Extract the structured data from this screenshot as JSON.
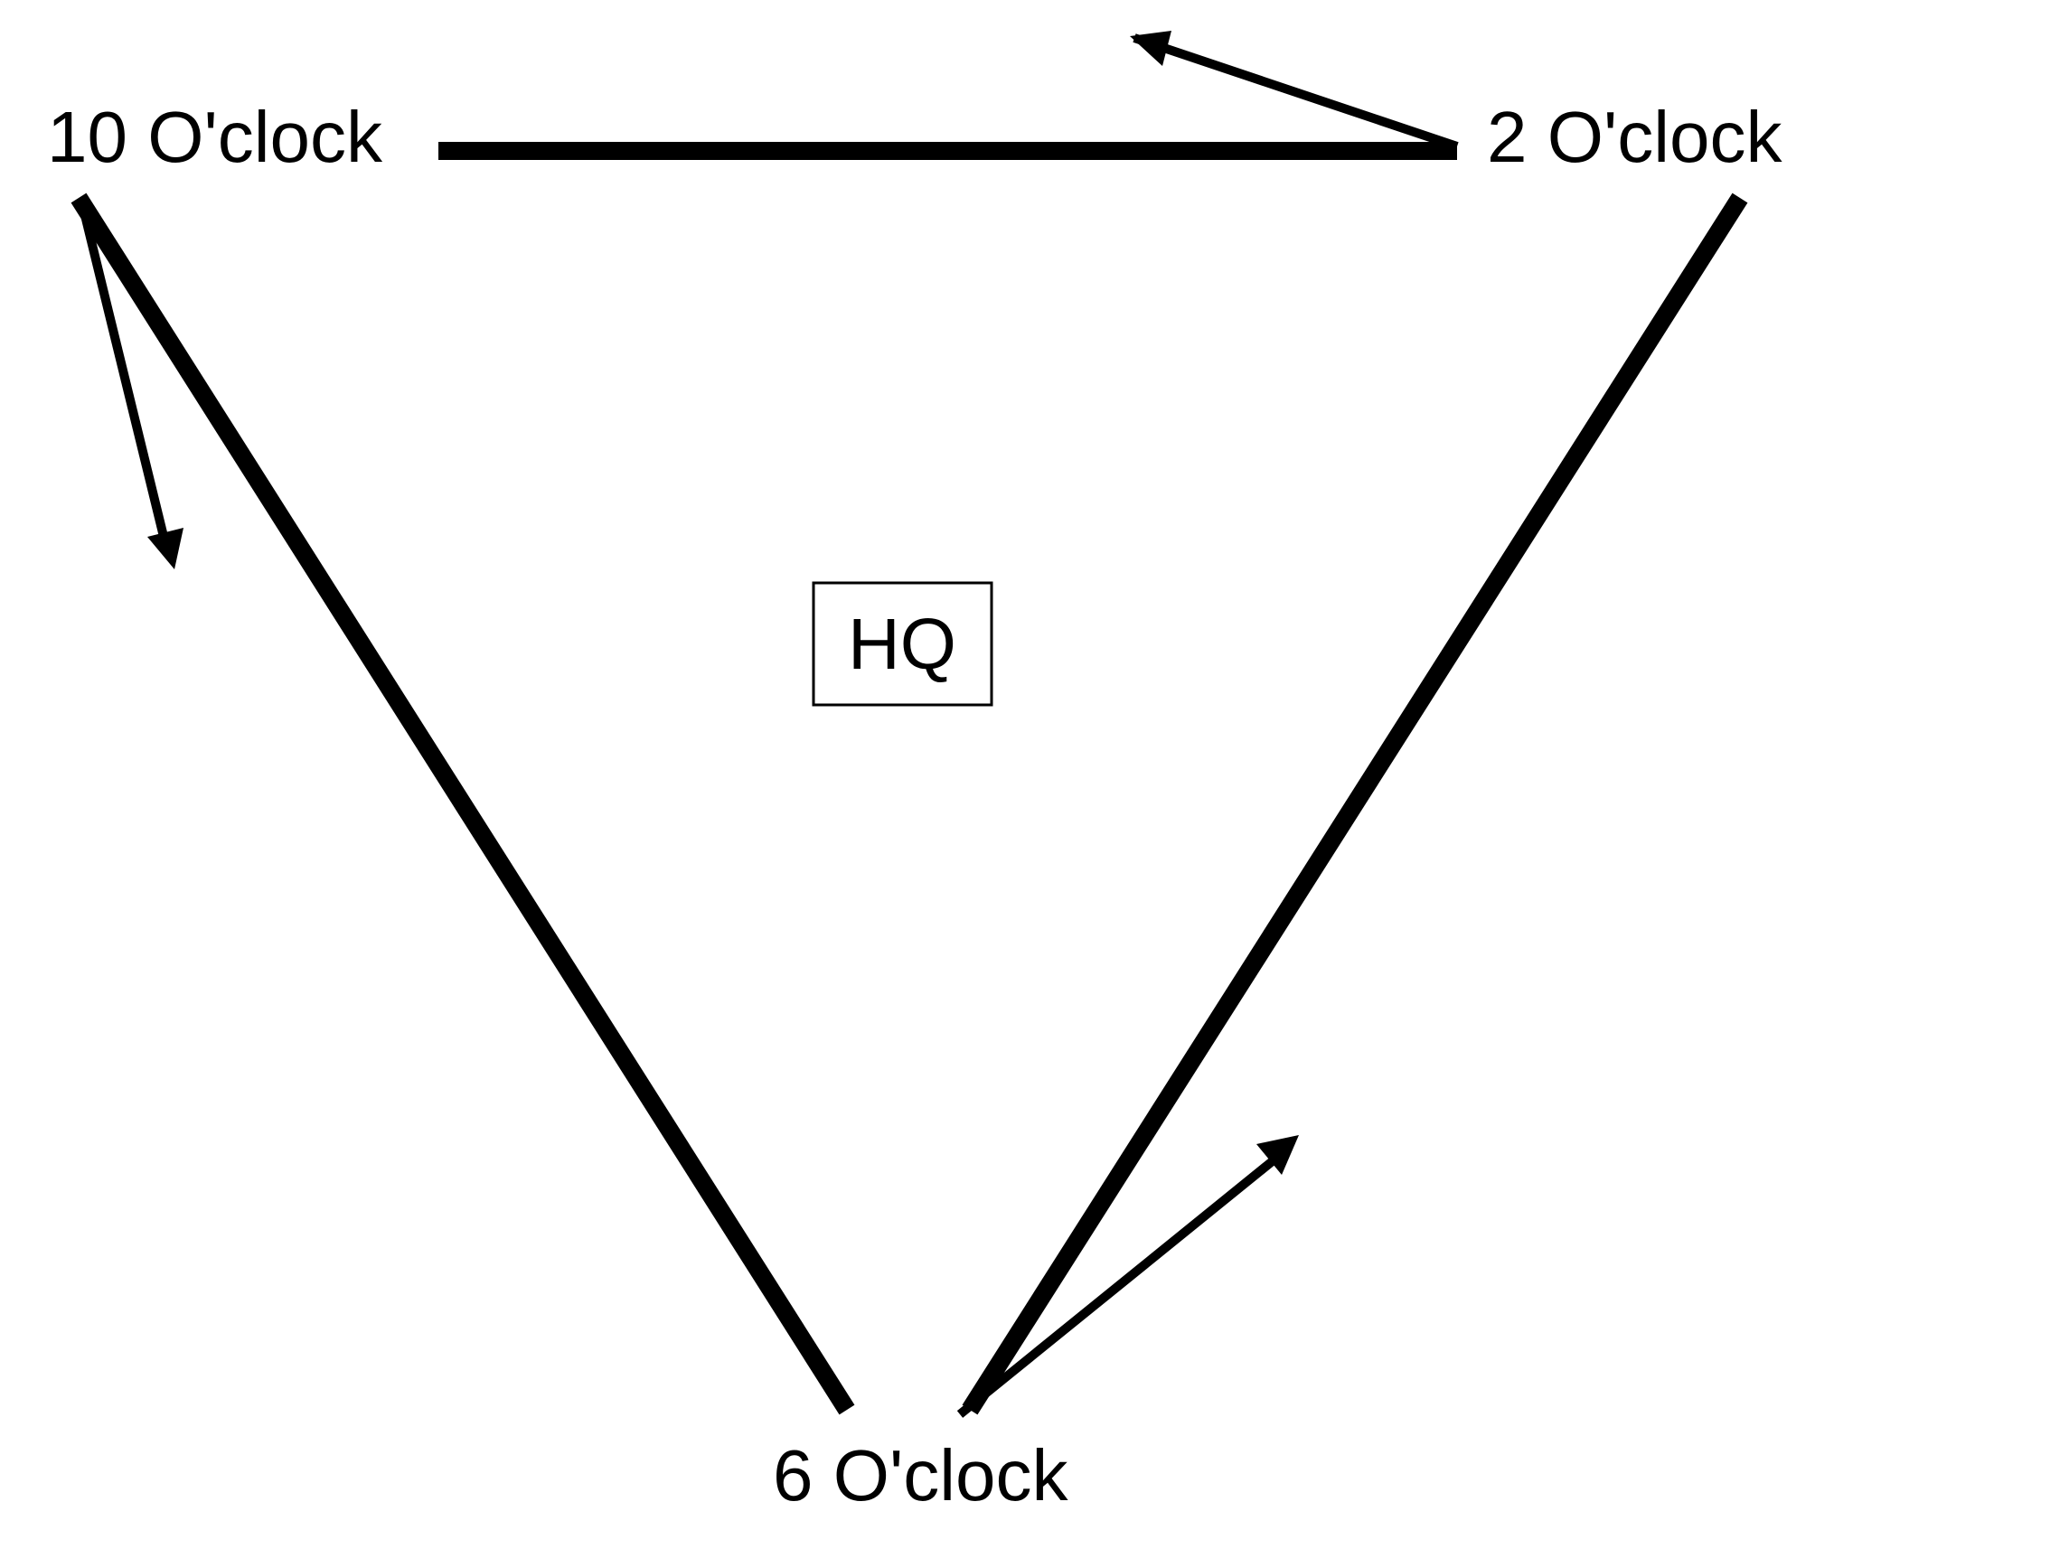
{
  "diagram": {
    "nodes": {
      "ten": {
        "label": "10 O'clock"
      },
      "two": {
        "label": "2 O'clock"
      },
      "six": {
        "label": "6 O'clock"
      }
    },
    "center": {
      "label": "HQ"
    },
    "colors": {
      "line": "#000000",
      "background": "#ffffff"
    }
  }
}
